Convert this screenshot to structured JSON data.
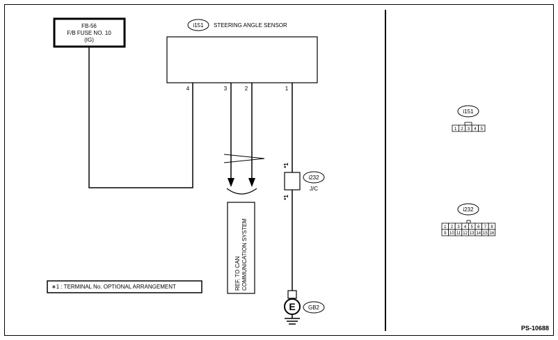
{
  "fuse": {
    "line1": "FB-56",
    "line2": "F/B FUSE NO. 10",
    "line3": "(IG)"
  },
  "sensor": {
    "connector": "i151",
    "name": "STEERING ANGLE SENSOR",
    "pins": [
      "4",
      "3",
      "2",
      "1"
    ]
  },
  "joint": {
    "connector": "i232",
    "type": "J/C",
    "mark_top": "*1",
    "mark_bottom": "*1"
  },
  "can_ref": {
    "line1": "REF. TO CAN",
    "line2": "COMMUNICATION SYSTEM"
  },
  "ground": {
    "symbol": "E",
    "label": "GB2"
  },
  "note": "∗1 : TERMINAL No. OPTIONAL ARRANGEMENT",
  "connector_i151": {
    "label": "i151",
    "pins": [
      "1",
      "2",
      "3",
      "4",
      "5"
    ]
  },
  "connector_i232": {
    "label": "i232",
    "row1": [
      "1",
      "2",
      "3",
      "4",
      "5",
      "6",
      "7",
      "8"
    ],
    "row2": [
      "9",
      "10",
      "11",
      "12",
      "13",
      "14",
      "15",
      "16"
    ]
  },
  "figure_id": "PS-10688"
}
